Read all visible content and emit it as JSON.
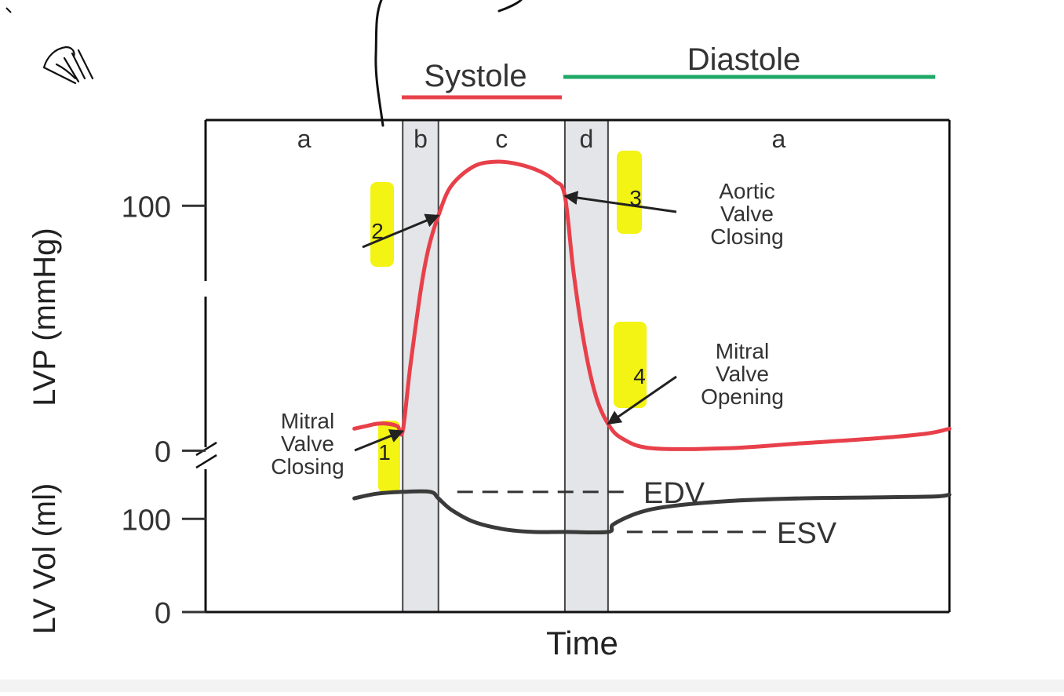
{
  "chart_data": {
    "type": "line",
    "phase_bar": {
      "systole_label": "Systole",
      "diastole_label": "Diastole",
      "systole_color": "#e8404a",
      "diastole_color": "#1fa866"
    },
    "phases": [
      {
        "label": "a",
        "shaded": false,
        "t_start": 0.0,
        "t_end": 0.265
      },
      {
        "label": "b",
        "shaded": true,
        "t_start": 0.265,
        "t_end": 0.313
      },
      {
        "label": "c",
        "shaded": false,
        "t_start": 0.313,
        "t_end": 0.483
      },
      {
        "label": "d",
        "shaded": true,
        "t_start": 0.483,
        "t_end": 0.541
      },
      {
        "label": "a",
        "shaded": false,
        "t_start": 0.541,
        "t_end": 1.0
      }
    ],
    "xlabel": "Time",
    "pressure_axis": {
      "label": "LVP (mmHg)",
      "ticks": [
        "100",
        "0"
      ],
      "ylim": [
        -5,
        135
      ]
    },
    "volume_axis": {
      "label": "LV Vol (ml)",
      "ticks": [
        "100",
        "0"
      ],
      "ylim": [
        0,
        160
      ]
    },
    "series": [
      {
        "key": "lvp",
        "color": "#e8404a",
        "points": [
          [
            0.2,
            9
          ],
          [
            0.215,
            10
          ],
          [
            0.23,
            11
          ],
          [
            0.245,
            11
          ],
          [
            0.258,
            10
          ],
          [
            0.265,
            8
          ],
          [
            0.275,
            34
          ],
          [
            0.29,
            67
          ],
          [
            0.3,
            83
          ],
          [
            0.313,
            96
          ],
          [
            0.33,
            108
          ],
          [
            0.36,
            116
          ],
          [
            0.39,
            118
          ],
          [
            0.42,
            117
          ],
          [
            0.45,
            114
          ],
          [
            0.47,
            110
          ],
          [
            0.483,
            104
          ],
          [
            0.495,
            72
          ],
          [
            0.51,
            42
          ],
          [
            0.525,
            22
          ],
          [
            0.541,
            11
          ],
          [
            0.56,
            5
          ],
          [
            0.6,
            1
          ],
          [
            0.7,
            1
          ],
          [
            0.8,
            3
          ],
          [
            0.9,
            5
          ],
          [
            0.97,
            7
          ],
          [
            1.0,
            9
          ]
        ]
      },
      {
        "key": "lv_volume",
        "color": "#3a3a3a",
        "points": [
          [
            0.2,
            122
          ],
          [
            0.23,
            127
          ],
          [
            0.265,
            129
          ],
          [
            0.302,
            129
          ],
          [
            0.313,
            122
          ],
          [
            0.33,
            110
          ],
          [
            0.36,
            97
          ],
          [
            0.4,
            89
          ],
          [
            0.44,
            86
          ],
          [
            0.483,
            86
          ],
          [
            0.541,
            86
          ],
          [
            0.548,
            94
          ],
          [
            0.58,
            106
          ],
          [
            0.62,
            113
          ],
          [
            0.7,
            119
          ],
          [
            0.8,
            122
          ],
          [
            0.9,
            123
          ],
          [
            0.98,
            124
          ],
          [
            1.0,
            126
          ]
        ]
      }
    ],
    "reference_lines": [
      {
        "label": "EDV",
        "value": 129,
        "from_t": 0.313
      },
      {
        "label": "ESV",
        "value": 86,
        "from_t": 0.541
      }
    ],
    "annotations": [
      {
        "number": "1",
        "lines": [
          "Mitral",
          "Valve",
          "Closing"
        ],
        "t": 0.265,
        "lvp": 8
      },
      {
        "number": "2",
        "lines": [],
        "t": 0.313,
        "lvp": 96
      },
      {
        "number": "3",
        "lines": [
          "Aortic",
          "Valve",
          "Closing"
        ],
        "t": 0.483,
        "lvp": 104
      },
      {
        "number": "4",
        "lines": [
          "Mitral",
          "Valve",
          "Opening"
        ],
        "t": 0.541,
        "lvp": 11
      }
    ],
    "highlight_color": "#f2f200"
  }
}
